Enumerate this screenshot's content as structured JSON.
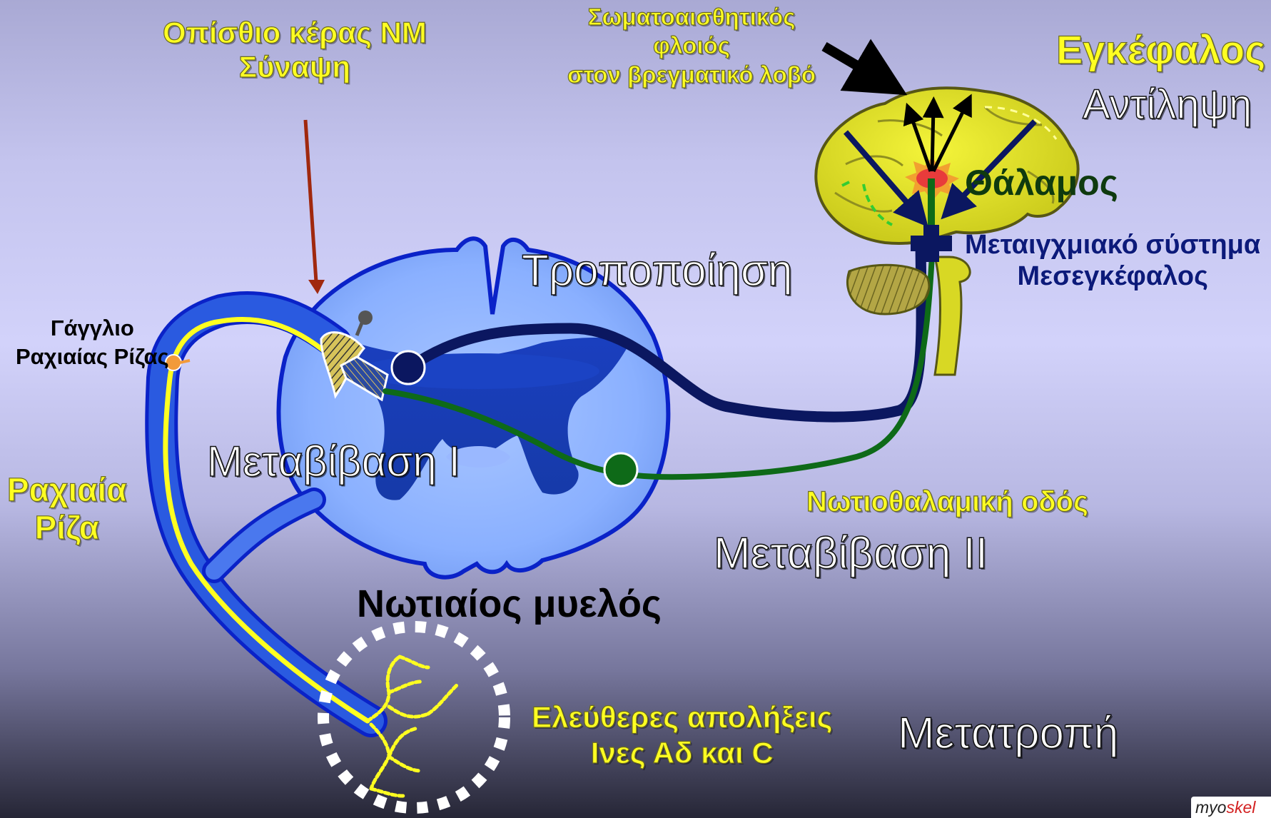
{
  "labels": {
    "dorsal_horn": [
      "Οπίσθιο κέρας ΝΜ",
      "Σύναψη"
    ],
    "somatosensory_cortex": [
      "Σωματοαισθητικός",
      "φλοιός",
      "στον βρεγματικό λοβό"
    ],
    "brain": "Εγκέφαλος",
    "perception": "Αντίληψη",
    "thalamus": "Θάλαμος",
    "limbic": [
      "Μεταιγχμιακό σύστημα",
      "Μεσεγκέφαλος"
    ],
    "modulation": "Τροποποίηση",
    "ganglion": [
      "Γάγγλιο",
      "Ραχιαίας Ρίζας"
    ],
    "transmission_1": "Μεταβίβαση Ι",
    "dorsal_root": [
      "Ραχιαία",
      "Ρίζα"
    ],
    "spinothalamic": "Νωτιοθαλαμική οδός",
    "transmission_2": "Μεταβίβαση ΙΙ",
    "spinal_cord": "Νωτιαίος μυελός",
    "free_endings": [
      "Ελεύθερες απολήξεις",
      "Ινες Αδ και C"
    ],
    "transduction": "Μετατροπή"
  },
  "logo": {
    "prefix": "myo",
    "suffix": "skel"
  },
  "colors": {
    "yellow_text": "#ffff22",
    "navy_text": "#0c1a7a",
    "cord_blue": "#8fb4ff",
    "pathway_navy": "#0b1760",
    "pathway_green": "#0e6a18",
    "brain_yellow": "#e3e31e"
  }
}
